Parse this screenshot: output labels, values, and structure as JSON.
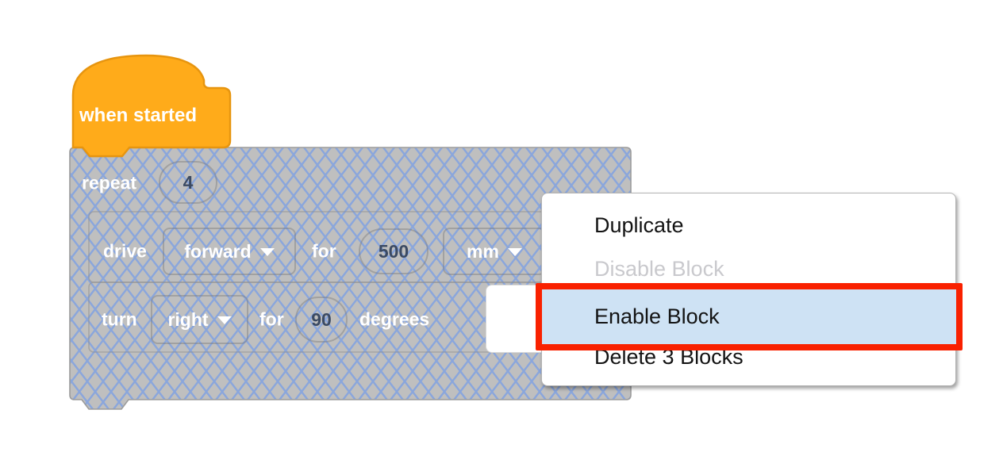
{
  "blocks": {
    "when_started": {
      "label": "when started"
    },
    "repeat": {
      "label": "repeat",
      "count": "4"
    },
    "drive": {
      "label": "drive",
      "direction": "forward",
      "for": "for",
      "distance": "500",
      "unit": "mm"
    },
    "turn": {
      "label": "turn",
      "direction": "right",
      "for": "for",
      "angle": "90",
      "unit": "degrees"
    }
  },
  "context_menu": {
    "items": [
      {
        "label": "Duplicate",
        "state": "enabled"
      },
      {
        "label": "Disable Block",
        "state": "disabled"
      },
      {
        "label": "Enable Block",
        "state": "highlighted"
      },
      {
        "label": "Delete 3 Blocks",
        "state": "enabled"
      }
    ]
  },
  "annotation": {
    "type": "red-highlight-box",
    "border_color": "#F92100",
    "fill_color": "#CEE2F4"
  },
  "colors": {
    "hat_block": "#FFAB1A",
    "hat_block_border": "#E7950F",
    "disabled_block_bg": "#BFBFBF",
    "disabled_hatch_line": "#8AA6DC",
    "value_text": "#3B4A63",
    "menu_disabled_text": "#C9C9CD"
  }
}
